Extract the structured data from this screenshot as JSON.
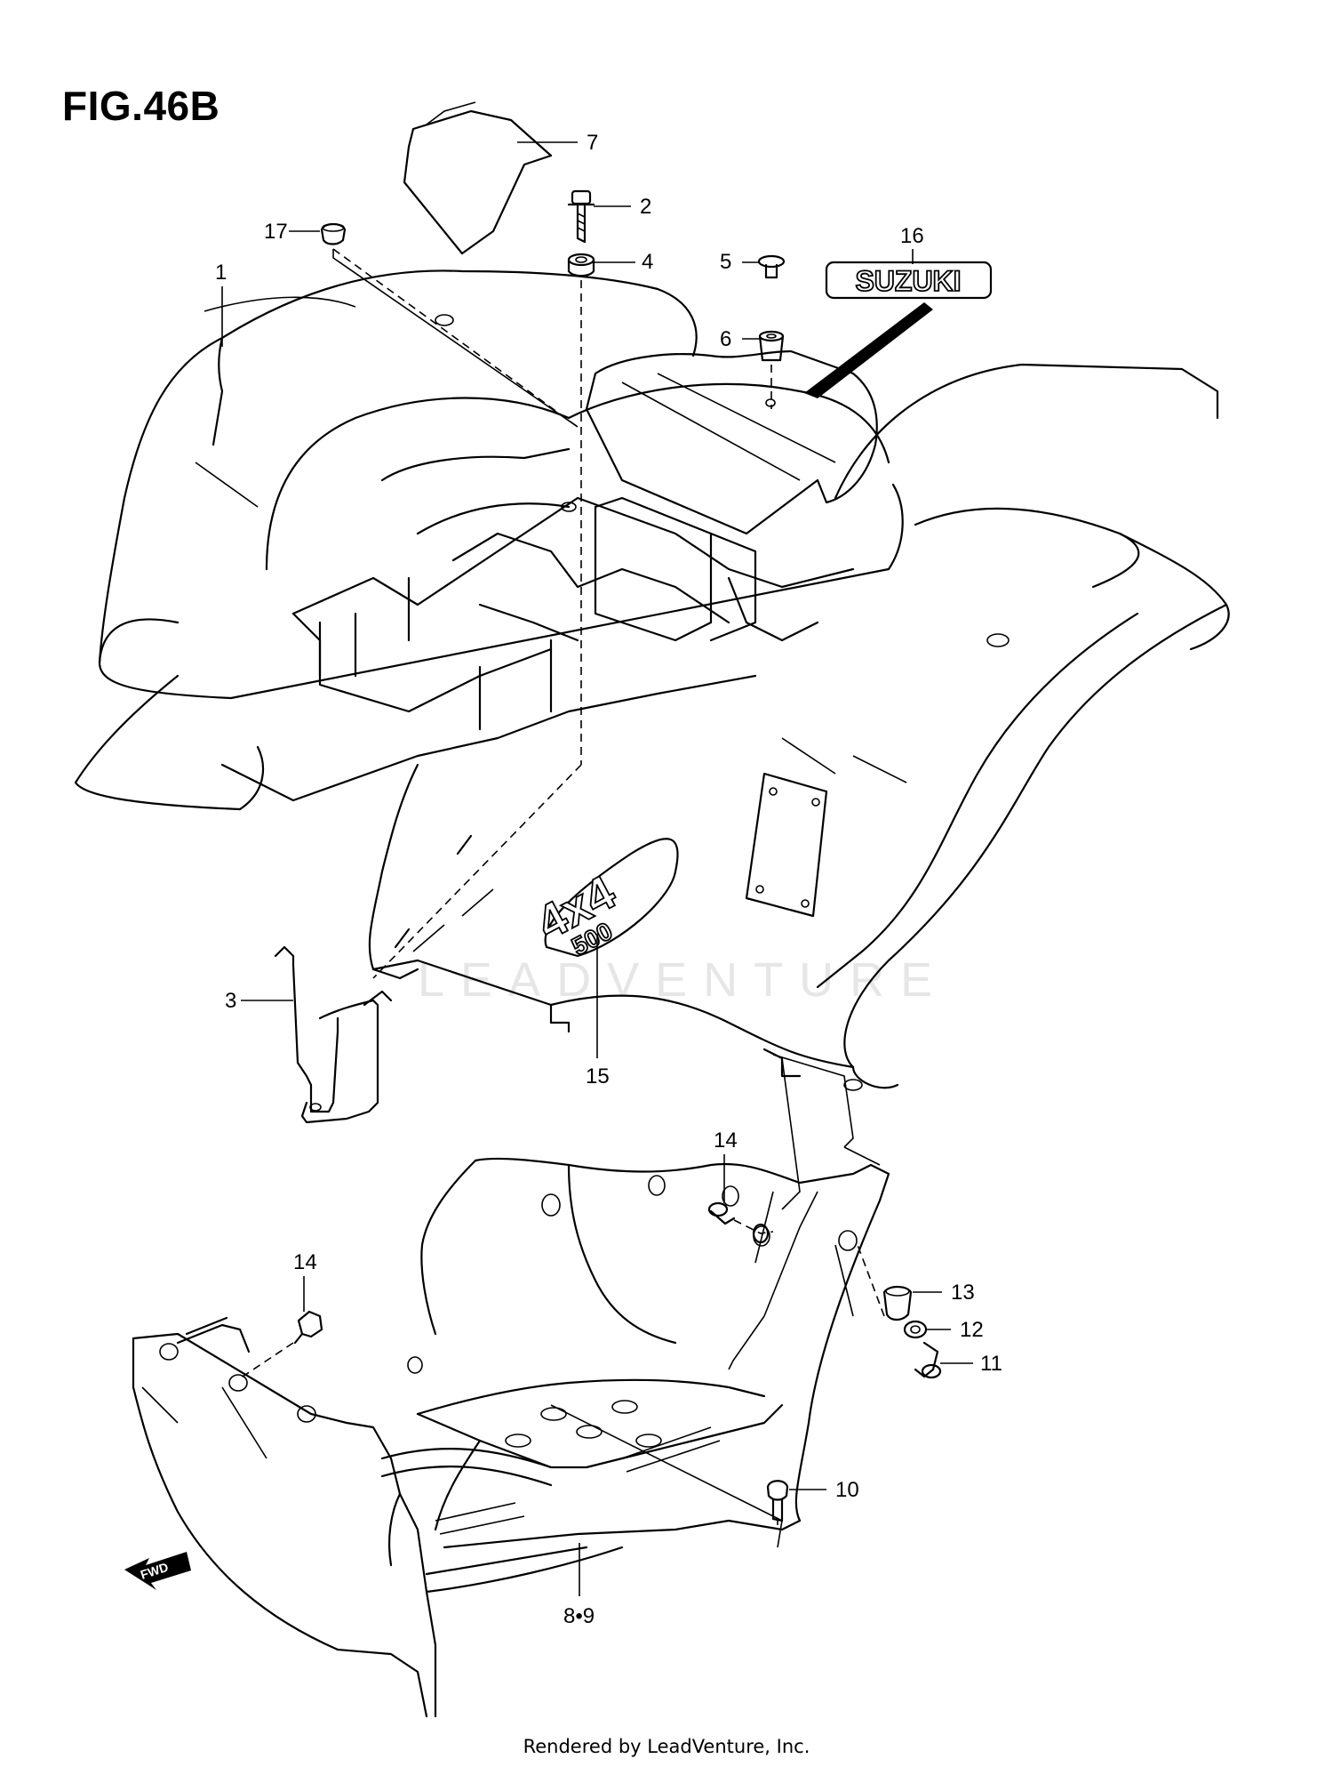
{
  "figure": {
    "title": "FIG.46B"
  },
  "decals": {
    "brand": "SUZUKI",
    "model_main": "4x4",
    "model_sub": "500"
  },
  "watermark": "LEADVENTURE",
  "direction_marker": "FWD",
  "callouts": [
    {
      "id": "7",
      "label": "7"
    },
    {
      "id": "2",
      "label": "2"
    },
    {
      "id": "4",
      "label": "4"
    },
    {
      "id": "17",
      "label": "17"
    },
    {
      "id": "16",
      "label": "16"
    },
    {
      "id": "1",
      "label": "1"
    },
    {
      "id": "5",
      "label": "5"
    },
    {
      "id": "6",
      "label": "6"
    },
    {
      "id": "3",
      "label": "3"
    },
    {
      "id": "15",
      "label": "15"
    },
    {
      "id": "14a",
      "label": "14"
    },
    {
      "id": "13",
      "label": "13"
    },
    {
      "id": "12",
      "label": "12"
    },
    {
      "id": "11",
      "label": "11"
    },
    {
      "id": "14b",
      "label": "14"
    },
    {
      "id": "10",
      "label": "10"
    },
    {
      "id": "8-9",
      "label": "8•9"
    }
  ],
  "footer": "Rendered by LeadVenture, Inc."
}
